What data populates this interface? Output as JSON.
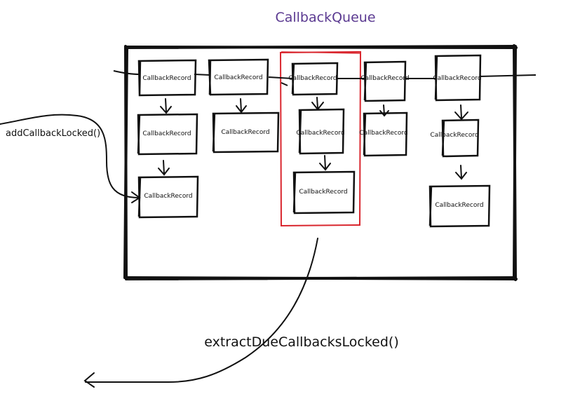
{
  "title": "CallbackQueue",
  "record_label": "CallbackRecord",
  "add_label": "addCallbackLocked()",
  "extract_label": "extractDueCallbacksLocked()",
  "colors": {
    "title": "#5b3a91",
    "ink": "#111111",
    "highlight": "#d9262e"
  },
  "columns": [
    {
      "name": "column-1",
      "records": 3
    },
    {
      "name": "column-2",
      "records": 2
    },
    {
      "name": "column-3",
      "records": 3,
      "highlighted": true
    },
    {
      "name": "column-4",
      "records": 2
    },
    {
      "name": "column-5",
      "records": 3
    }
  ]
}
